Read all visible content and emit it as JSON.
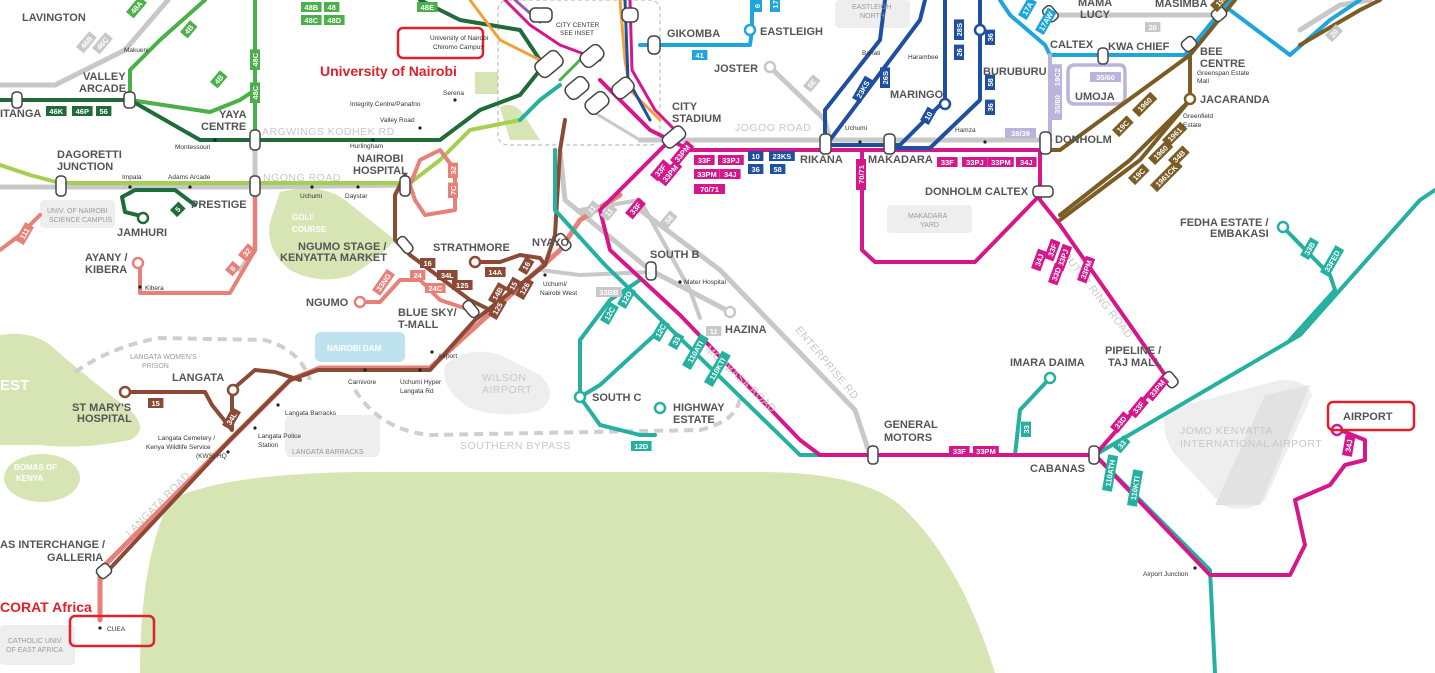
{
  "map": {
    "districts": [
      {
        "id": "university-of-nairobi-label",
        "text": "University of Nairobi"
      },
      {
        "id": "corat-africa-label",
        "text": "CORAT Africa"
      }
    ],
    "stations": [
      {
        "id": "lavington",
        "text": "LAVINGTON"
      },
      {
        "id": "valley-arcade-1",
        "text": "VALLEY"
      },
      {
        "id": "valley-arcade-2",
        "text": "ARCADE"
      },
      {
        "id": "kitanga",
        "text": "ITANGA"
      },
      {
        "id": "yaya-1",
        "text": "YAYA"
      },
      {
        "id": "yaya-2",
        "text": "CENTRE"
      },
      {
        "id": "dagoretti-1",
        "text": "DAGORETTI"
      },
      {
        "id": "dagoretti-2",
        "text": "JUNCTION"
      },
      {
        "id": "nairobi-hospital-1",
        "text": "NAIROBI"
      },
      {
        "id": "nairobi-hospital-2",
        "text": "HOSPITAL"
      },
      {
        "id": "prestige",
        "text": "PRESTIGE"
      },
      {
        "id": "jamhuri",
        "text": "JAMHURI"
      },
      {
        "id": "ayany-1",
        "text": "AYANY /"
      },
      {
        "id": "ayany-2",
        "text": "KIBERA"
      },
      {
        "id": "ngumo-stage-1",
        "text": "NGUMO STAGE /"
      },
      {
        "id": "ngumo-stage-2",
        "text": "KENYATTA MARKET"
      },
      {
        "id": "ngumo",
        "text": "NGUMO"
      },
      {
        "id": "strathmore",
        "text": "STRATHMORE"
      },
      {
        "id": "nyayo",
        "text": "NYAYO"
      },
      {
        "id": "blue-sky-1",
        "text": "BLUE SKY/"
      },
      {
        "id": "blue-sky-2",
        "text": "T-MALL"
      },
      {
        "id": "langata",
        "text": "LANGATA"
      },
      {
        "id": "st-marys-1",
        "text": "ST MARY'S"
      },
      {
        "id": "st-marys-2",
        "text": "HOSPITAL"
      },
      {
        "id": "galleria-1",
        "text": "AS INTERCHANGE /"
      },
      {
        "id": "galleria-2",
        "text": "GALLERIA"
      },
      {
        "id": "gikomba",
        "text": "GIKOMBA"
      },
      {
        "id": "eastleigh",
        "text": "EASTLEIGH"
      },
      {
        "id": "joster",
        "text": "JOSTER"
      },
      {
        "id": "city-stadium-1",
        "text": "CITY"
      },
      {
        "id": "city-stadium-2",
        "text": "STADIUM"
      },
      {
        "id": "rikana",
        "text": "RIKANA"
      },
      {
        "id": "makadara",
        "text": "MAKADARA"
      },
      {
        "id": "maringo",
        "text": "MARINGO"
      },
      {
        "id": "buruburu",
        "text": "BURUBURU"
      },
      {
        "id": "caltex",
        "text": "CALTEX"
      },
      {
        "id": "kwa-chief",
        "text": "KWA CHIEF"
      },
      {
        "id": "umoja",
        "text": "UMOJA"
      },
      {
        "id": "mama-lucy",
        "text": "MAMA"
      },
      {
        "id": "mama-lucy-2",
        "text": "LUCY"
      },
      {
        "id": "masimba",
        "text": "MASIMBA"
      },
      {
        "id": "bee-centre-1",
        "text": "BEE"
      },
      {
        "id": "bee-centre-2",
        "text": "CENTRE"
      },
      {
        "id": "jacaranda",
        "text": "JACARANDA"
      },
      {
        "id": "donholm",
        "text": "DONHOLM"
      },
      {
        "id": "donholm-caltex",
        "text": "DONHOLM CALTEX"
      },
      {
        "id": "south-b",
        "text": "SOUTH B"
      },
      {
        "id": "hazina",
        "text": "HAZINA"
      },
      {
        "id": "south-c",
        "text": "SOUTH C"
      },
      {
        "id": "highway-1",
        "text": "HIGHWAY"
      },
      {
        "id": "highway-2",
        "text": "ESTATE"
      },
      {
        "id": "general-motors-1",
        "text": "GENERAL"
      },
      {
        "id": "general-motors-2",
        "text": "MOTORS"
      },
      {
        "id": "imara-daima",
        "text": "IMARA DAIMA"
      },
      {
        "id": "cabanas",
        "text": "CABANAS"
      },
      {
        "id": "pipeline-1",
        "text": "PIPELINE /"
      },
      {
        "id": "pipeline-2",
        "text": "TAJ MALL"
      },
      {
        "id": "fedha-1",
        "text": "FEDHA ESTATE /"
      },
      {
        "id": "fedha-2",
        "text": "EMBAKASI"
      },
      {
        "id": "airport",
        "text": "AIRPORT"
      }
    ],
    "small_stops": [
      {
        "id": "uon-chiromo-1",
        "text": "University of Nairobi"
      },
      {
        "id": "uon-chiromo-2",
        "text": "Chiromo Campus"
      },
      {
        "id": "city-center-1",
        "text": "CITY CENTER"
      },
      {
        "id": "city-center-2",
        "text": "SEE INSET"
      },
      {
        "id": "makueni",
        "text": "Makueni"
      },
      {
        "id": "serena",
        "text": "Serena"
      },
      {
        "id": "integrity",
        "text": "Integrity Centre/Panafrio"
      },
      {
        "id": "valley-road",
        "text": "Valley Road"
      },
      {
        "id": "hurlingham",
        "text": "Hurlingham"
      },
      {
        "id": "montessouri",
        "text": "Montessouri"
      },
      {
        "id": "impala",
        "text": "Impala"
      },
      {
        "id": "adams",
        "text": "Adams Arcade"
      },
      {
        "id": "uchumi",
        "text": "Uchumi"
      },
      {
        "id": "daystar",
        "text": "Daystar"
      },
      {
        "id": "kibera",
        "text": "Kibera"
      },
      {
        "id": "uhuru-nw-1",
        "text": "Uchumi/"
      },
      {
        "id": "uhuru-nw-2",
        "text": "Nairobi West"
      },
      {
        "id": "mater",
        "text": "Mater Hospital"
      },
      {
        "id": "airport-stop",
        "text": "Airport"
      },
      {
        "id": "carnivore",
        "text": "Carnivore"
      },
      {
        "id": "uchumi-hyper-1",
        "text": "Uchumi Hyper"
      },
      {
        "id": "uchumi-hyper-2",
        "text": "Langata Rd"
      },
      {
        "id": "langata-barracks",
        "text": "Langata Barracks"
      },
      {
        "id": "langata-cemetery-1",
        "text": "Langata Cemetery /"
      },
      {
        "id": "langata-cemetery-2",
        "text": "Kenya Wildlife Service"
      },
      {
        "id": "langata-cemetery-3",
        "text": "(KWS) HQ"
      },
      {
        "id": "langata-police-1",
        "text": "Langata Police"
      },
      {
        "id": "langata-police-2",
        "text": "Station"
      },
      {
        "id": "cuea",
        "text": "CUEA"
      },
      {
        "id": "bahati",
        "text": "Bahati"
      },
      {
        "id": "harambee",
        "text": "Harambee"
      },
      {
        "id": "uchumi-jogoo",
        "text": "Uchumi"
      },
      {
        "id": "hamza",
        "text": "Hamza"
      },
      {
        "id": "greenspan-1",
        "text": "Greenspan Estate"
      },
      {
        "id": "greenspan-2",
        "text": "Mall"
      },
      {
        "id": "greenfield-1",
        "text": "Greenfield"
      },
      {
        "id": "greenfield-2",
        "text": "Estate"
      },
      {
        "id": "airport-junction",
        "text": "Airport Junction"
      }
    ],
    "roads": [
      {
        "id": "argwings-kodhek",
        "text": "ARGWINGS KODHEK RD"
      },
      {
        "id": "ngong-road",
        "text": "NGONG ROAD"
      },
      {
        "id": "jogoo-road",
        "text": "JOGOO ROAD"
      },
      {
        "id": "outer-ring",
        "text": "OUTER RING ROAD"
      },
      {
        "id": "enterprise",
        "text": "ENTERPRISE RD"
      },
      {
        "id": "mombasa-road",
        "text": "MOMBASA ROAD"
      },
      {
        "id": "southern-bypass",
        "text": "SOUTHERN BYPASS"
      },
      {
        "id": "langata-road",
        "text": "LANGATA ROAD"
      }
    ],
    "areas": [
      {
        "id": "golf-course-1",
        "text": "GOLF"
      },
      {
        "id": "golf-course-2",
        "text": "COURSE"
      },
      {
        "id": "nairobi-dam",
        "text": "NAIROBI DAM"
      },
      {
        "id": "wilson-1",
        "text": "WILSON"
      },
      {
        "id": "wilson-2",
        "text": "AIRPORT"
      },
      {
        "id": "jkia-1",
        "text": "JOMO KENYATTA"
      },
      {
        "id": "jkia-2",
        "text": "INTERNATIONAL AIRPORT"
      },
      {
        "id": "bomas-1",
        "text": "BOMAS OF"
      },
      {
        "id": "bomas-2",
        "text": "KENYA"
      },
      {
        "id": "langata-womens-1",
        "text": "LANGATA WOMEN'S"
      },
      {
        "id": "langata-womens-2",
        "text": "PRISON"
      },
      {
        "id": "langata-barracks-area",
        "text": "LANGATA BARRACKS"
      },
      {
        "id": "uon-science-1",
        "text": "UNIV. OF NAIROBI"
      },
      {
        "id": "uon-science-2",
        "text": "SCIENCE CAMPUS"
      },
      {
        "id": "cuea-area-1",
        "text": "CATHOLIC UNIV."
      },
      {
        "id": "cuea-area-2",
        "text": "OF EAST AFRICA"
      },
      {
        "id": "eastleigh-north-1",
        "text": "EASTLEIGH"
      },
      {
        "id": "eastleigh-north-2",
        "text": "NORTH"
      },
      {
        "id": "makadara-yard-1",
        "text": "MAKADARA"
      },
      {
        "id": "makadara-yard-2",
        "text": "YARD"
      },
      {
        "id": "nest",
        "text": "EST"
      }
    ],
    "route_badges": [
      {
        "id": "r-48a",
        "text": "48A",
        "color": "#4cb04a"
      },
      {
        "id": "r-48b",
        "text": "48B",
        "color": "#4cb04a"
      },
      {
        "id": "r-48c",
        "text": "48C",
        "color": "#4cb04a"
      },
      {
        "id": "r-48",
        "text": "48",
        "color": "#4cb04a"
      },
      {
        "id": "r-48d",
        "text": "48D",
        "color": "#4cb04a"
      },
      {
        "id": "r-48e",
        "text": "48E",
        "color": "#4cb04a"
      },
      {
        "id": "r-4b",
        "text": "4B",
        "color": "#4cb04a"
      },
      {
        "id": "r-48c2",
        "text": "48C",
        "color": "#4cb04a"
      },
      {
        "id": "r-4c",
        "text": "4B",
        "color": "#4cb04a"
      },
      {
        "id": "r-48c3",
        "text": "48C",
        "color": "#4cb04a"
      },
      {
        "id": "r-46k",
        "text": "46K",
        "color": "#1f6b3a"
      },
      {
        "id": "r-46p",
        "text": "46P",
        "color": "#1f6b3a"
      },
      {
        "id": "r-56",
        "text": "56",
        "color": "#1f6b3a"
      },
      {
        "id": "r-5",
        "text": "5",
        "color": "#1f6b3a"
      },
      {
        "id": "r-8",
        "text": "8",
        "color": "#e8807a"
      },
      {
        "id": "r-32",
        "text": "32",
        "color": "#e8807a"
      },
      {
        "id": "r-7c",
        "text": "7C",
        "color": "#e8807a"
      },
      {
        "id": "r-32b",
        "text": "32",
        "color": "#e8807a"
      },
      {
        "id": "r-33ng",
        "text": "33NG",
        "color": "#e8807a"
      },
      {
        "id": "r-111",
        "text": "111",
        "color": "#e8807a"
      },
      {
        "id": "r-16",
        "text": "16",
        "color": "#8b4a36"
      },
      {
        "id": "r-34l",
        "text": "34L",
        "color": "#8b4a36"
      },
      {
        "id": "r-125",
        "text": "125",
        "color": "#8b4a36"
      },
      {
        "id": "r-24",
        "text": "24",
        "color": "#e8807a"
      },
      {
        "id": "r-24c",
        "text": "24C",
        "color": "#e8807a"
      },
      {
        "id": "r-14a",
        "text": "14A",
        "color": "#8b4a36"
      },
      {
        "id": "r-14b",
        "text": "14B",
        "color": "#8b4a36"
      },
      {
        "id": "r-15",
        "text": "15",
        "color": "#8b4a36"
      },
      {
        "id": "r-16b",
        "text": "16",
        "color": "#8b4a36"
      },
      {
        "id": "r-125b",
        "text": "125",
        "color": "#8b4a36"
      },
      {
        "id": "r-126",
        "text": "126",
        "color": "#8b4a36"
      },
      {
        "id": "r-15b",
        "text": "15",
        "color": "#8b4a36"
      },
      {
        "id": "r-34lb",
        "text": "34L",
        "color": "#8b4a36"
      },
      {
        "id": "r-41",
        "text": "41",
        "color": "#1ea5dc"
      },
      {
        "id": "r-6",
        "text": "6",
        "color": "#1ea5dc"
      },
      {
        "id": "r-17a",
        "text": "17A",
        "color": "#1ea5dc"
      },
      {
        "id": "r-17a2",
        "text": "17A",
        "color": "#1ea5dc"
      },
      {
        "id": "r-17aw",
        "text": "17AW",
        "color": "#1ea5dc"
      },
      {
        "id": "r-33f",
        "text": "33F",
        "color": "#d6178c"
      },
      {
        "id": "r-33pj",
        "text": "33PJ",
        "color": "#d6178c"
      },
      {
        "id": "r-33pm",
        "text": "33PM",
        "color": "#d6178c"
      },
      {
        "id": "r-34j",
        "text": "34J",
        "color": "#d6178c"
      },
      {
        "id": "r-70-71",
        "text": "70/71",
        "color": "#d6178c"
      },
      {
        "id": "r-10",
        "text": "10",
        "color": "#1f4fa0"
      },
      {
        "id": "r-23ks",
        "text": "23KS",
        "color": "#1f4fa0"
      },
      {
        "id": "r-36",
        "text": "36",
        "color": "#1f4fa0"
      },
      {
        "id": "r-58",
        "text": "58",
        "color": "#1f4fa0"
      },
      {
        "id": "r-23ks-v",
        "text": "23KS",
        "color": "#1f4fa0"
      },
      {
        "id": "r-26s",
        "text": "26S",
        "color": "#1f4fa0"
      },
      {
        "id": "r-28s",
        "text": "28S",
        "color": "#1f4fa0"
      },
      {
        "id": "r-26",
        "text": "26",
        "color": "#1f4fa0"
      },
      {
        "id": "r-36v",
        "text": "36",
        "color": "#1f4fa0"
      },
      {
        "id": "r-58v",
        "text": "58",
        "color": "#1f4fa0"
      },
      {
        "id": "r-10v",
        "text": "10",
        "color": "#1f4fa0"
      },
      {
        "id": "r-36b",
        "text": "36",
        "color": "#1f4fa0"
      },
      {
        "id": "r-33f-m",
        "text": "33F",
        "color": "#d6178c"
      },
      {
        "id": "r-33pj-m",
        "text": "33PJ",
        "color": "#d6178c"
      },
      {
        "id": "r-33pm-m",
        "text": "33PM",
        "color": "#d6178c"
      },
      {
        "id": "r-34j-m",
        "text": "34J",
        "color": "#d6178c"
      },
      {
        "id": "r-70-71-v",
        "text": "70/71",
        "color": "#d6178c"
      },
      {
        "id": "r-38-39",
        "text": "38/39",
        "color": "#b9b4dc"
      },
      {
        "id": "r-35-60",
        "text": "35/60",
        "color": "#b9b4dc"
      },
      {
        "id": "r-19c2",
        "text": "19C2",
        "color": "#b9b4dc"
      },
      {
        "id": "r-19c3",
        "text": "35/60",
        "color": "#b9b4dc"
      },
      {
        "id": "r-20",
        "text": "20",
        "color": "#c8c8c8"
      },
      {
        "id": "r-20b",
        "text": "20",
        "color": "#c8c8c8"
      },
      {
        "id": "r-19c",
        "text": "19C",
        "color": "#7a5c24"
      },
      {
        "id": "r-1960",
        "text": "1960",
        "color": "#7a5c24"
      },
      {
        "id": "r-1961",
        "text": "1961",
        "color": "#7a5c24"
      },
      {
        "id": "r-19c-b",
        "text": "19C",
        "color": "#7a5c24"
      },
      {
        "id": "r-1960-b",
        "text": "1960",
        "color": "#7a5c24"
      },
      {
        "id": "r-1961ck",
        "text": "1961CK",
        "color": "#7a5c24"
      },
      {
        "id": "r-34b",
        "text": "34B",
        "color": "#7a5c24"
      },
      {
        "id": "r-1960-c",
        "text": "1960",
        "color": "#7a5c24"
      },
      {
        "id": "r-33f-s",
        "text": "33F",
        "color": "#d6178c"
      },
      {
        "id": "r-33pm-s",
        "text": "33PM",
        "color": "#d6178c"
      },
      {
        "id": "r-33f-gm",
        "text": "33F",
        "color": "#d6178c"
      },
      {
        "id": "r-33pm-gm",
        "text": "33PM",
        "color": "#d6178c"
      },
      {
        "id": "r-33f-o",
        "text": "33F",
        "color": "#d6178c"
      },
      {
        "id": "r-33pj-o",
        "text": "33PJ",
        "color": "#d6178c"
      },
      {
        "id": "r-33pm-o",
        "text": "33PM",
        "color": "#d6178c"
      },
      {
        "id": "r-34j-o",
        "text": "34J",
        "color": "#d6178c"
      },
      {
        "id": "r-33d-o",
        "text": "33D",
        "color": "#d6178c"
      },
      {
        "id": "r-33d-p",
        "text": "33D",
        "color": "#d6178c"
      },
      {
        "id": "r-33f-p",
        "text": "33F",
        "color": "#d6178c"
      },
      {
        "id": "r-33pm-p",
        "text": "33PM",
        "color": "#d6178c"
      },
      {
        "id": "r-34j-a",
        "text": "34J",
        "color": "#d6178c"
      },
      {
        "id": "r-12c",
        "text": "12C",
        "color": "#25b0a0"
      },
      {
        "id": "r-12d",
        "text": "12D",
        "color": "#25b0a0"
      },
      {
        "id": "r-12c-b",
        "text": "12C",
        "color": "#25b0a0"
      },
      {
        "id": "r-33-m",
        "text": "33",
        "color": "#25b0a0"
      },
      {
        "id": "r-110at",
        "text": "110ATI",
        "color": "#25b0a0"
      },
      {
        "id": "r-110kt",
        "text": "110KTI",
        "color": "#25b0a0"
      },
      {
        "id": "r-12d-b",
        "text": "12D",
        "color": "#25b0a0"
      },
      {
        "id": "r-33-i",
        "text": "33",
        "color": "#25b0a0"
      },
      {
        "id": "r-33-c",
        "text": "33",
        "color": "#25b0a0"
      },
      {
        "id": "r-110at-c",
        "text": "110ATH",
        "color": "#25b0a0"
      },
      {
        "id": "r-110kt-c",
        "text": "110KTI",
        "color": "#25b0a0"
      },
      {
        "id": "r-33b",
        "text": "33B",
        "color": "#25b0a0"
      },
      {
        "id": "r-33fed",
        "text": "33FED",
        "color": "#25b0a0"
      },
      {
        "id": "r-11",
        "text": "11",
        "color": "#c8c8c8"
      },
      {
        "id": "r-11b",
        "text": "11",
        "color": "#c8c8c8"
      },
      {
        "id": "r-11c",
        "text": "11",
        "color": "#c8c8c8"
      },
      {
        "id": "r-58b",
        "text": "58",
        "color": "#c8c8c8"
      },
      {
        "id": "r-33bb",
        "text": "33BB",
        "color": "#c8c8c8"
      },
      {
        "id": "r-6e",
        "text": "6E",
        "color": "#c8c8c8"
      },
      {
        "id": "r-46b",
        "text": "46B",
        "color": "#c8c8c8"
      },
      {
        "id": "r-46c",
        "text": "46C",
        "color": "#c8c8c8"
      },
      {
        "id": "r-33f-n",
        "text": "33F",
        "color": "#d6178c"
      },
      {
        "id": "r-33pm-n",
        "text": "33PM",
        "color": "#d6178c"
      }
    ]
  }
}
